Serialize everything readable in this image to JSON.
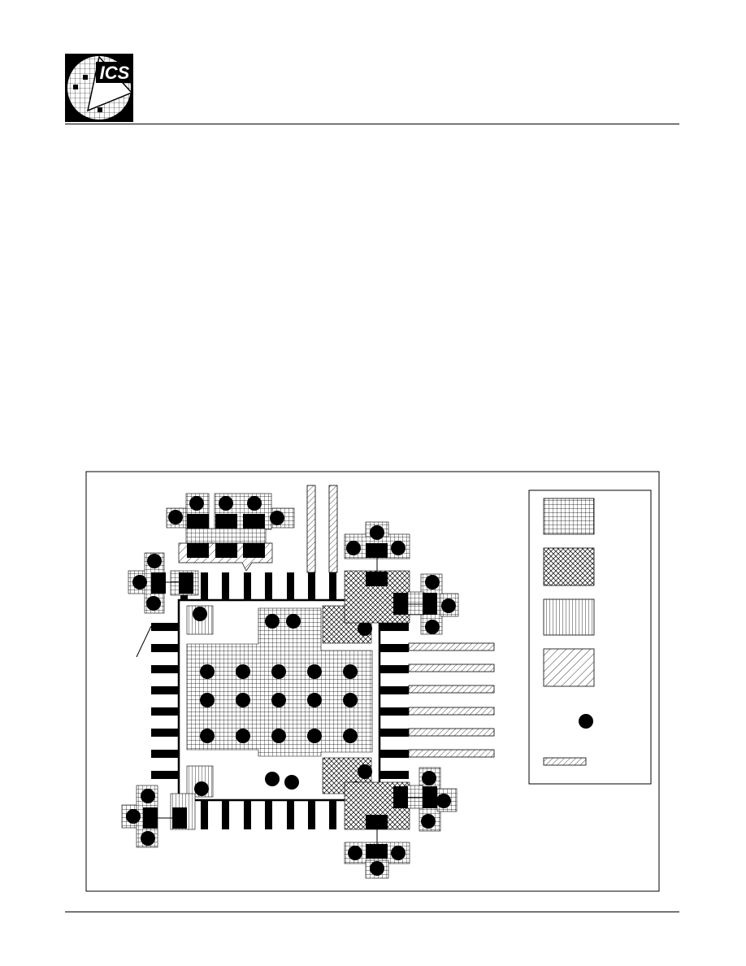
{
  "logo": {
    "text": "ICS",
    "icon": "ics-logo-icon"
  },
  "diagram": {
    "legend_swatches": [
      {
        "pattern": "fine-grid"
      },
      {
        "pattern": "cross-hatch"
      },
      {
        "pattern": "vertical-lines"
      },
      {
        "pattern": "diagonal-lines"
      },
      {
        "pattern": "via-dot"
      },
      {
        "pattern": "trace"
      }
    ]
  }
}
